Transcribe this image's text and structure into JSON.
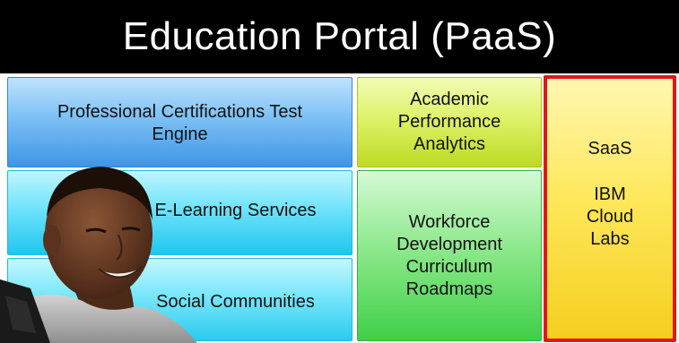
{
  "header": {
    "title": "Education Portal (PaaS)"
  },
  "tiles": {
    "certifications": "Professional Certifications Test\nEngine",
    "elearning": "E-Learning Services",
    "social": "Social Communities",
    "analytics": "Academic\nPerformance\nAnalytics",
    "workforce": "Workforce\nDevelopment\nCurriculum\nRoadmaps",
    "saas_heading": "SaaS",
    "saas_body": "IBM\nCloud\nLabs"
  },
  "colors": {
    "banner": "#000000",
    "saas_border": "#e0161b"
  }
}
